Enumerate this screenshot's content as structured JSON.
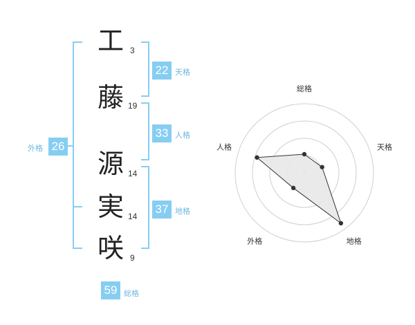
{
  "name": {
    "chars": [
      {
        "char": "工",
        "strokes": "3"
      },
      {
        "char": "藤",
        "strokes": "19"
      },
      {
        "char": "源",
        "strokes": "14"
      },
      {
        "char": "実",
        "strokes": "14"
      },
      {
        "char": "咲",
        "strokes": "9"
      }
    ]
  },
  "kaku": {
    "ten": {
      "value": "22",
      "label": "天格"
    },
    "jin": {
      "value": "33",
      "label": "人格"
    },
    "chi": {
      "value": "37",
      "label": "地格"
    },
    "gai": {
      "value": "26",
      "label": "外格"
    },
    "sou": {
      "value": "59",
      "label": "総格"
    }
  },
  "colors": {
    "accent": "#86cdf2",
    "bracket": "#86cdf2",
    "radar_fill": "#e8e8e8",
    "radar_line": "#333333"
  },
  "chart_data": {
    "type": "radar",
    "axes": [
      "総格",
      "天格",
      "地格",
      "外格",
      "人格"
    ],
    "values": [
      0.27,
      0.27,
      0.9,
      0.27,
      0.72
    ],
    "rmax": 1,
    "rings": 4
  }
}
